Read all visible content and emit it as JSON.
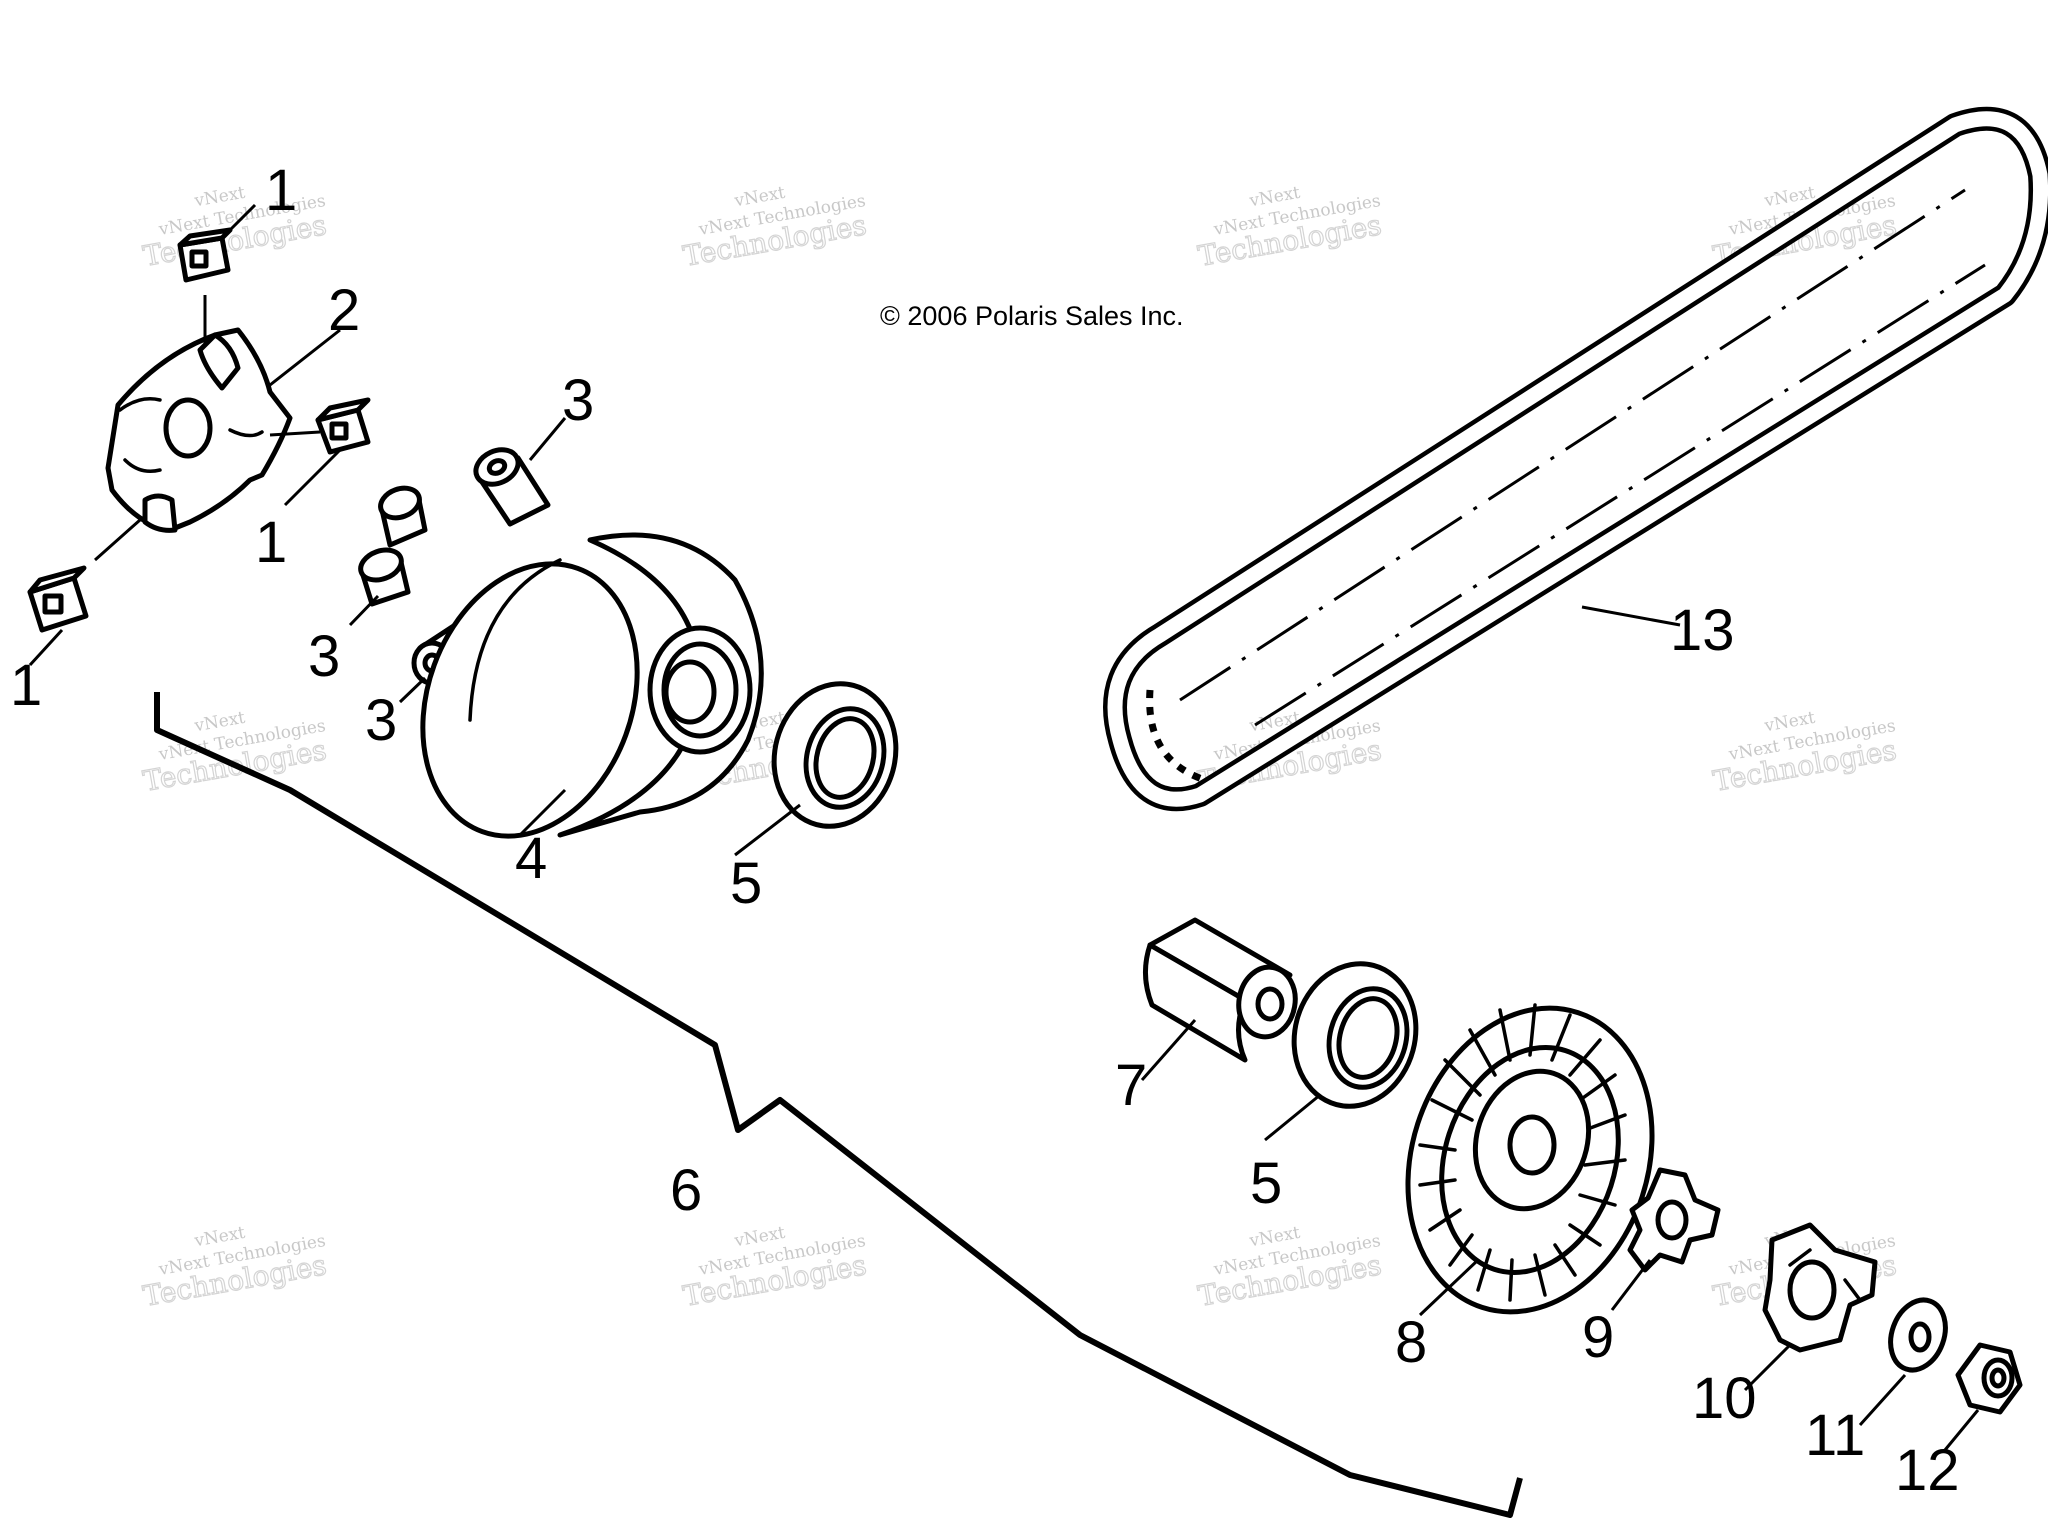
{
  "diagram": {
    "copyright": "© 2006 Polaris Sales Inc.",
    "watermark": {
      "line1": "vNext Technologies",
      "line2": "Technologies",
      "line3": "vNext"
    },
    "callouts": {
      "c1a": "1",
      "c1b": "1",
      "c1c": "1",
      "c2": "2",
      "c3a": "3",
      "c3b": "3",
      "c3c": "3",
      "c4": "4",
      "c5a": "5",
      "c5b": "5",
      "c6": "6",
      "c7": "7",
      "c8": "8",
      "c9": "9",
      "c10": "10",
      "c11": "11",
      "c12": "12",
      "c13": "13"
    }
  }
}
